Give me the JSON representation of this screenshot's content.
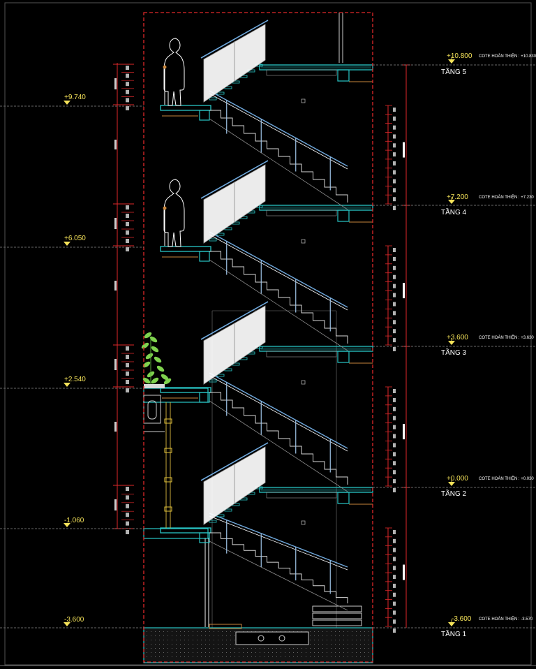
{
  "drawing": {
    "colors": {
      "background": "#000000",
      "boundary": "#e0282a",
      "slab": "#29c6c6",
      "stair": "#d8d8d8",
      "glass": "#ffffff",
      "rail": "#6fa8dc",
      "level_text": "#f5e35a",
      "plant": "#7fd34e",
      "wood": "#c8863c"
    },
    "right_levels": [
      {
        "elevation": "+10.800",
        "floor": "TẦNG 5",
        "cote": "COTE HOÀN THIỆN : +10.830"
      },
      {
        "elevation": "+7.200",
        "floor": "TẦNG 4",
        "cote": "COTE HOÀN THIỆN : +7.230"
      },
      {
        "elevation": "+3.600",
        "floor": "TẦNG 3",
        "cote": "COTE HOÀN THIỆN : +3.630"
      },
      {
        "elevation": "+0.000",
        "floor": "TẦNG 2",
        "cote": "COTE HOÀN THIỆN : +0.030"
      },
      {
        "elevation": "-3.600",
        "floor": "TẦNG 1",
        "cote": "COTE HOÀN THIỆN : -3.570"
      }
    ],
    "left_levels": [
      {
        "elevation": "+9.740"
      },
      {
        "elevation": "+6.050"
      },
      {
        "elevation": "+2.540"
      },
      {
        "elevation": "-1.060"
      },
      {
        "elevation": "-3.600"
      }
    ]
  }
}
